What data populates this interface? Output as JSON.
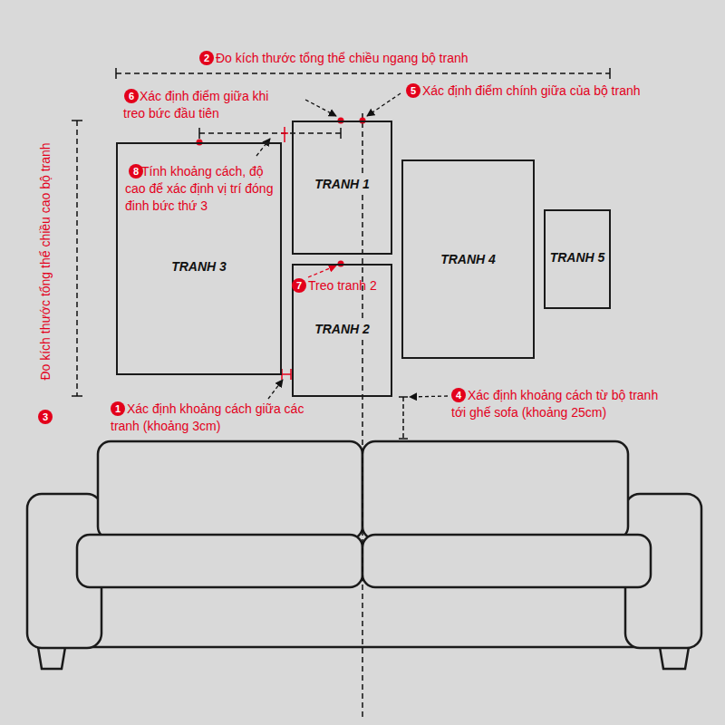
{
  "diagram": {
    "nodes": [
      {
        "text": [
          "TRANH 1"
        ]
      },
      {
        "text": [
          "TRANH 3"
        ]
      },
      {
        "text": [
          "TRANH 4"
        ]
      },
      {
        "text": [
          "TRANH 5"
        ]
      },
      {
        "text": [
          "TRANH 2"
        ]
      }
    ],
    "labels": [
      "2",
      "Đo kích thước tổng thể chiều ngang bộ tranh",
      "6",
      "Xác định điểm giữa khi treo bức đầu tiên",
      "5",
      "Xác định điểm chính giữa của bộ tranh",
      "8",
      "Tính khoảng cách, độ cao để xác định vị trí đóng đinh bức thứ 3",
      "3",
      "Đo kích thước tổng thể chiều cao bộ tranh",
      "7",
      "Treo tranh 2",
      "1",
      "Xác định khoảng cách giữa các tranh (khoảng 3cm)",
      "4",
      "Xác định khoảng cách từ bộ tranh tới ghế sofa (khoảng 25cm)"
    ]
  }
}
